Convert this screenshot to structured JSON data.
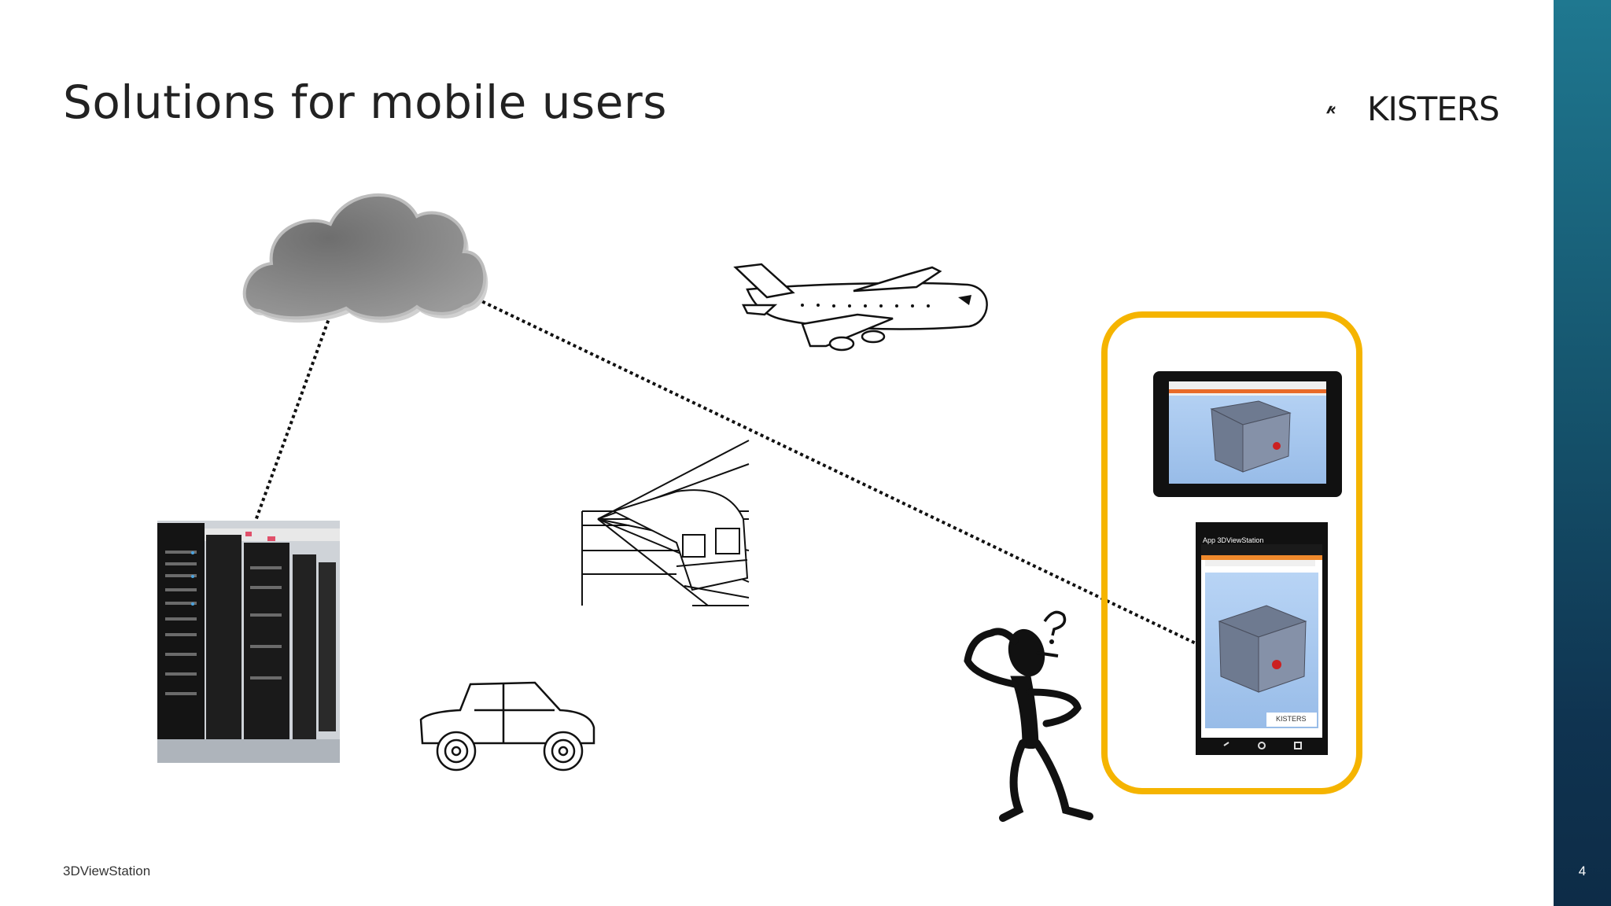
{
  "slide": {
    "title": "Solutions for mobile users",
    "footer": "3DViewStation",
    "page_number": "4"
  },
  "logo": {
    "text": "KISTERS"
  },
  "phone": {
    "app_title": "App 3DViewStation",
    "branding": "KISTERS"
  },
  "colors": {
    "accent_frame": "#f5b400",
    "side_band": "#15536c",
    "viewer_background": "#a8c8f0"
  }
}
